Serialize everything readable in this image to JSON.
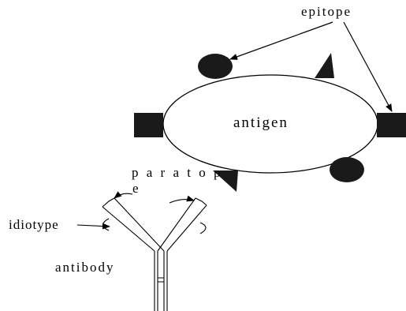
{
  "labels": {
    "epitope": "epitope",
    "antigen": "antigen",
    "paratope_line1": "p a r a t o p",
    "paratope_line2": "e",
    "idiotype": "idiotype",
    "antibody": "antibody"
  },
  "colors": {
    "stroke": "#000000",
    "fill": "#1a1a1a",
    "background": "#ffffff"
  }
}
